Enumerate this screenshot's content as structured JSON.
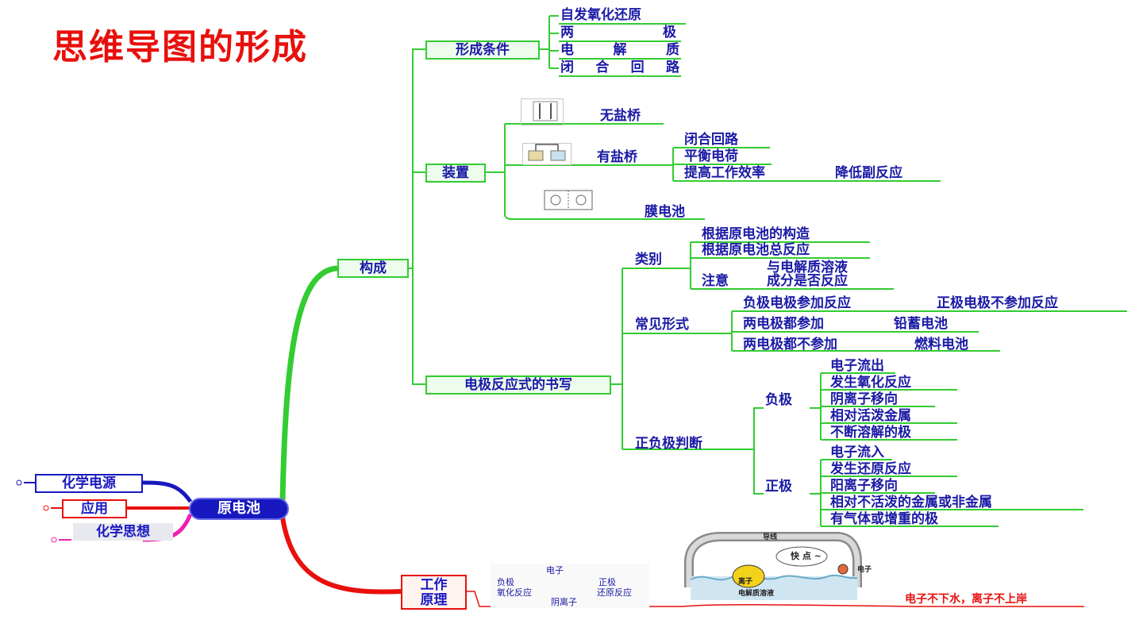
{
  "title": "思维导图的形成",
  "root": "原电池",
  "left_branches": {
    "source": "化学电源",
    "application": "应用",
    "thinking": "化学思想"
  },
  "composition": {
    "label": "构成",
    "conditions": {
      "label": "形成条件",
      "items": [
        "自发氧化还原",
        "两 极",
        "电 解 质",
        "闭 合 回 路"
      ]
    },
    "device": {
      "label": "装置",
      "no_bridge": "无盐桥",
      "with_bridge": "有盐桥",
      "bridge_items": [
        "闭合回路",
        "平衡电荷",
        "提高工作效率",
        "降低副反应"
      ],
      "membrane": "膜电池"
    },
    "electrode_writing": {
      "label": "电极反应式的书写",
      "category": {
        "label": "类别",
        "items": [
          "根据原电池的构造",
          "根据原电池总反应",
          "注意",
          "与电解质溶液",
          "成分是否反应"
        ]
      },
      "common": {
        "label": "常见形式",
        "items": [
          "负极电极参加反应",
          "正极电极不参加反应",
          "两电极都参加",
          "铅蓄电池",
          "两电极都不参加",
          "燃料电池"
        ]
      },
      "judge": {
        "label": "正负极判断",
        "negative": {
          "label": "负极",
          "items": [
            "电子流出",
            "发生氧化反应",
            "阴离子移向",
            "相对活泼金属",
            "不断溶解的极"
          ]
        },
        "positive": {
          "label": "正极",
          "items": [
            "电子流入",
            "发生还原反应",
            "阳离子移向",
            "相对不活泼的金属或非金属",
            "有气体或增重的极"
          ]
        }
      }
    }
  },
  "principle": {
    "label": "工作原理",
    "cycle": {
      "electron": "电子",
      "negative": "负极",
      "positive": "正极",
      "oxidation": "氧化反应",
      "reduction": "还原反应",
      "anion": "阴离子"
    },
    "cartoon": {
      "wire": "导线",
      "hurry": "快 点 ~",
      "electron": "电子",
      "ion": "离子",
      "solution": "电解质溶液"
    },
    "slogan": "电子不下水，离子不上岸"
  },
  "colors": {
    "green": "#33cc33",
    "red": "#e8100c",
    "blue": "#1a1aa6",
    "root": "#1818c0",
    "magenta": "#ee1fb0"
  }
}
